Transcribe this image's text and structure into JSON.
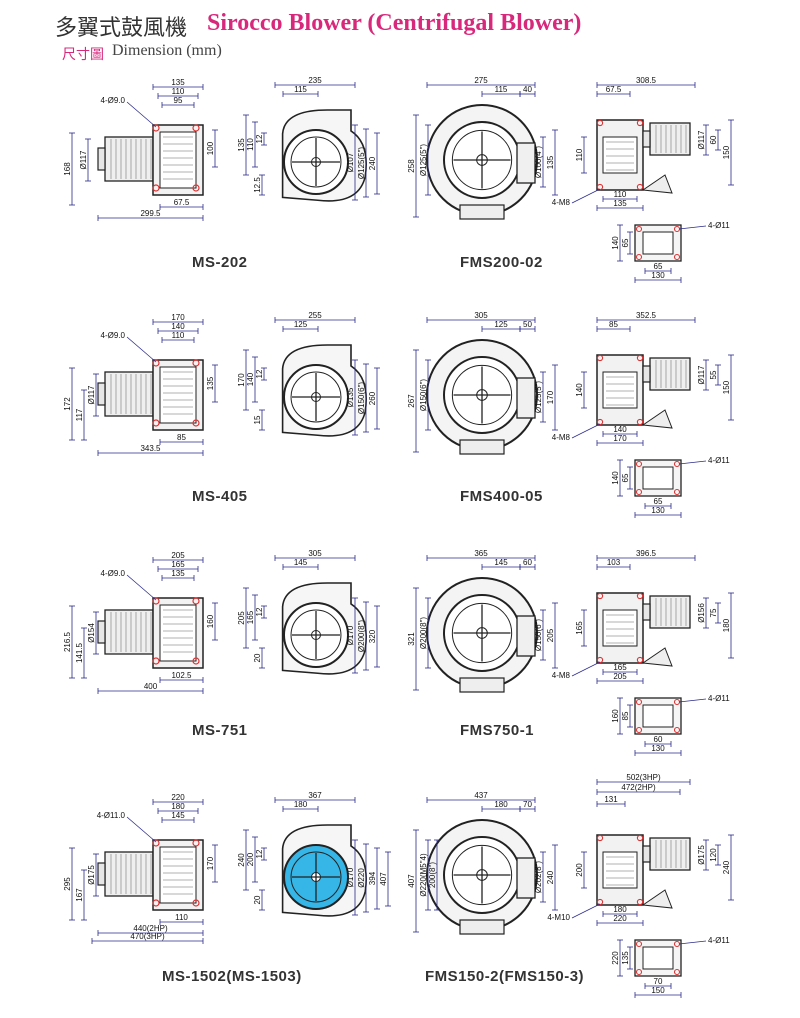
{
  "header": {
    "title_zh": "多翼式鼓風機",
    "title_en": "Sirocco Blower (Centrifugal Blower)",
    "subtitle_zh": "尺寸圖",
    "subtitle_en": "Dimension (mm)"
  },
  "rows": [
    {
      "ms": {
        "model": "MS-202",
        "holes": "4-Ø9.0",
        "top": [
          "135",
          "110",
          "95"
        ],
        "left": [
          "168",
          "Ø117"
        ],
        "right": "100",
        "bottom": [
          "67.5",
          "299.5"
        ],
        "c_top": [
          "235",
          "115"
        ],
        "c_left": [
          "135",
          "110",
          "12",
          "12.5"
        ],
        "c_right": [
          "Ø107",
          "Ø125(5\")",
          "240"
        ]
      },
      "fms": {
        "model": "FMS200-02",
        "top": [
          "275",
          "115",
          "40"
        ],
        "left": [
          "258",
          "Ø125(5\")"
        ],
        "right": [
          "Ø100(4\")",
          "135"
        ],
        "s_top": [
          "308.5",
          "67.5"
        ],
        "s_left": "110",
        "s_right": [
          "Ø117",
          "60",
          "150"
        ],
        "s_bottom": [
          "110",
          "135"
        ],
        "mount": "4-M8",
        "b_holes": "4-Ø11",
        "b_left": [
          "140",
          "65"
        ],
        "b_bottom": [
          "65",
          "130"
        ]
      }
    },
    {
      "ms": {
        "model": "MS-405",
        "holes": "4-Ø9.0",
        "top": [
          "170",
          "140",
          "110"
        ],
        "left": [
          "172",
          "117",
          "Ø117"
        ],
        "right": "135",
        "bottom": [
          "85",
          "343.5"
        ],
        "c_top": [
          "255",
          "125"
        ],
        "c_left": [
          "170",
          "140",
          "12",
          "15"
        ],
        "c_right": [
          "Ø135",
          "Ø150(6\")",
          "260"
        ]
      },
      "fms": {
        "model": "FMS400-05",
        "top": [
          "305",
          "125",
          "50"
        ],
        "left": [
          "267",
          "Ø150(6\")"
        ],
        "right": [
          "Ø125(5\")",
          "170"
        ],
        "s_top": [
          "352.5",
          "85"
        ],
        "s_left": "140",
        "s_right": [
          "Ø117",
          "55",
          "150"
        ],
        "s_bottom": [
          "140",
          "170"
        ],
        "mount": "4-M8",
        "b_holes": "4-Ø11",
        "b_left": [
          "140",
          "65"
        ],
        "b_bottom": [
          "65",
          "130"
        ]
      }
    },
    {
      "ms": {
        "model": "MS-751",
        "holes": "4-Ø9.0",
        "top": [
          "205",
          "165",
          "135"
        ],
        "left": [
          "216.5",
          "141.5",
          "Ø154"
        ],
        "right": "160",
        "bottom": [
          "102.5",
          "400"
        ],
        "c_top": [
          "305",
          "145"
        ],
        "c_left": [
          "205",
          "165",
          "12",
          "20"
        ],
        "c_right": [
          "Ø170",
          "Ø200(8\")",
          "320"
        ]
      },
      "fms": {
        "model": "FMS750-1",
        "top": [
          "365",
          "145",
          "60"
        ],
        "left": [
          "321",
          "Ø200(8\")"
        ],
        "right": [
          "Ø150(6\")",
          "205"
        ],
        "s_top": [
          "396.5",
          "103"
        ],
        "s_left": "165",
        "s_right": [
          "Ø156",
          "75",
          "180"
        ],
        "s_bottom": [
          "165",
          "205"
        ],
        "mount": "4-M8",
        "b_holes": "4-Ø11",
        "b_left": [
          "160",
          "85"
        ],
        "b_bottom": [
          "60",
          "130"
        ]
      }
    },
    {
      "ms": {
        "model": "MS-1502(MS-1503)",
        "holes": "4-Ø11.0",
        "top": [
          "220",
          "180",
          "145"
        ],
        "left": [
          "295",
          "167",
          "Ø175"
        ],
        "right": "170",
        "bottom": [
          "110",
          "440(2HP)",
          "470(3HP)"
        ],
        "c_top": [
          "367",
          "180"
        ],
        "c_left": [
          "240",
          "200",
          "12",
          "20"
        ],
        "c_right": [
          "Ø170",
          "Ø220",
          "394",
          "407"
        ]
      },
      "fms": {
        "model": "FMS150-2(FMS150-3)",
        "top": [
          "437",
          "180",
          "70"
        ],
        "left": [
          "407",
          "Ø220(M5\"4)",
          "200(8\")"
        ],
        "right": [
          "Ø202(8\")",
          "240"
        ],
        "s_top": [
          "502(3HP)",
          "472(2HP)",
          "131"
        ],
        "s_left": "200",
        "s_right": [
          "Ø175",
          "120",
          "240"
        ],
        "s_bottom": [
          "180",
          "220"
        ],
        "mount": "4-M10",
        "b_holes": "4-Ø11",
        "b_left": [
          "220",
          "135"
        ],
        "b_bottom": [
          "70",
          "150"
        ]
      }
    }
  ]
}
